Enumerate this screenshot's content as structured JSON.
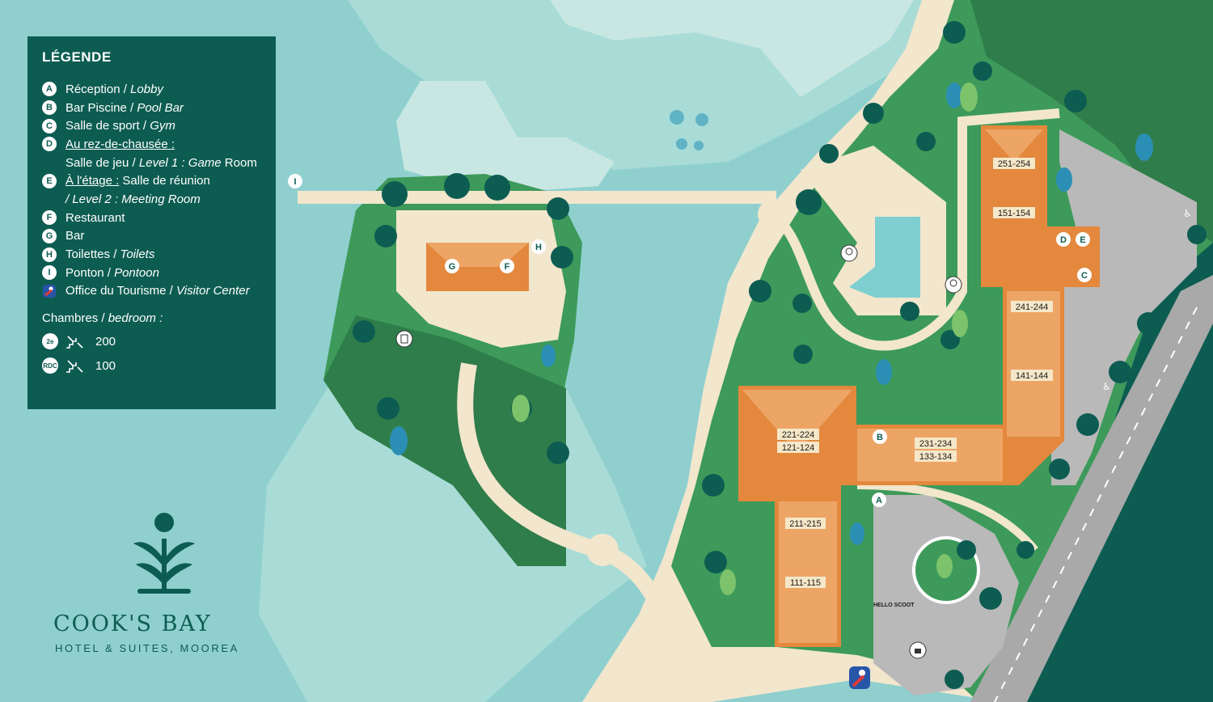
{
  "legend": {
    "title": "LÉGENDE",
    "items": [
      {
        "letter": "A",
        "fr": "Réception",
        "en": "Lobby"
      },
      {
        "letter": "B",
        "fr": "Bar Piscine",
        "en": "Pool Bar"
      },
      {
        "letter": "C",
        "fr": "Salle de sport",
        "en": "Gym"
      },
      {
        "letter": "D",
        "fr_underlined": "Au rez-de-chausée :",
        "fr2": "Salle de jeu /",
        "en2": "Level 1 : Game",
        "fr2b": "Room"
      },
      {
        "letter": "E",
        "fr_underlined": "À l'étage :",
        "fr": "Salle de réunion",
        "en2": "/ Level 2 : Meeting Room"
      },
      {
        "letter": "F",
        "fr": "Restaurant"
      },
      {
        "letter": "G",
        "fr": "Bar"
      },
      {
        "letter": "H",
        "fr": "Toilettes",
        "en": "Toilets"
      },
      {
        "letter": "I",
        "fr": "Ponton",
        "en": "Pontoon"
      },
      {
        "letter": "",
        "fr": "Office du Tourisme",
        "en": "Visitor Center",
        "icon": "visitor-center-icon"
      }
    ],
    "bedrooms_fr": "Chambres /",
    "bedrooms_en": "bedroom :",
    "floors": [
      {
        "badge": "2e",
        "rooms": "200"
      },
      {
        "badge": "RDC",
        "rooms": "100"
      }
    ]
  },
  "logo": {
    "name": "COOK'S BAY",
    "tagline": "HOTEL & SUITES, MOOREA"
  },
  "map_markers": {
    "A": "A",
    "B": "B",
    "C": "C",
    "D": "D",
    "E": "E",
    "F": "F",
    "G": "G",
    "H": "H",
    "I": "I"
  },
  "room_labels": {
    "r251": "251-254",
    "r151": "151-154",
    "r241": "241-244",
    "r141": "141-144",
    "r221": "221-224",
    "r121": "121-124",
    "r231": "231-234",
    "r133": "133-134",
    "r211": "211-215",
    "r111": "111-115"
  },
  "scooter_label": "HELLO SCOOT",
  "colors": {
    "water": "#8fd0cf",
    "shallow": "#c8e7e3",
    "grass": "#3d9a5a",
    "grass_dark": "#2f7d4a",
    "sand": "#f2e6cd",
    "roof": "#e3883c",
    "roof_light": "#eda566",
    "legend_bg": "#0d5c52",
    "road": "#b9b9b9",
    "pool": "#7fcfd0"
  },
  "icons": [
    "accessible-parking-icon",
    "shower-icon",
    "lock-icon",
    "emergency-exit-icon",
    "visitor-center-icon",
    "palm-tree-icon"
  ]
}
